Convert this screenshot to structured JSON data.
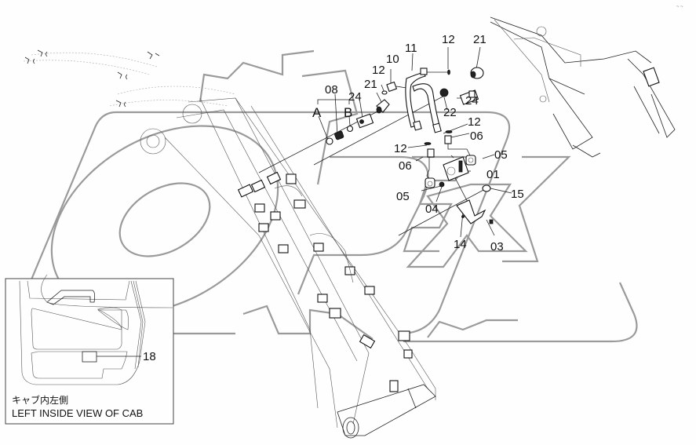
{
  "diagram": {
    "type": "exploded-parts-diagram",
    "watermark": "OPEX",
    "letter_labels": [
      {
        "id": "A",
        "text": "A"
      },
      {
        "id": "B",
        "text": "B"
      }
    ],
    "callouts": [
      {
        "id": "c08",
        "text": "08"
      },
      {
        "id": "c24a",
        "text": "24"
      },
      {
        "id": "c21a",
        "text": "21"
      },
      {
        "id": "c12a",
        "text": "12"
      },
      {
        "id": "c10",
        "text": "10"
      },
      {
        "id": "c11",
        "text": "11"
      },
      {
        "id": "c12b",
        "text": "12"
      },
      {
        "id": "c21b",
        "text": "21"
      },
      {
        "id": "c24b",
        "text": "24"
      },
      {
        "id": "c22",
        "text": "22"
      },
      {
        "id": "c12c",
        "text": "12"
      },
      {
        "id": "c06a",
        "text": "06"
      },
      {
        "id": "c12d",
        "text": "12"
      },
      {
        "id": "c06b",
        "text": "06"
      },
      {
        "id": "c05a",
        "text": "05"
      },
      {
        "id": "c01",
        "text": "01"
      },
      {
        "id": "c05b",
        "text": "05"
      },
      {
        "id": "c04",
        "text": "04"
      },
      {
        "id": "c15",
        "text": "15"
      },
      {
        "id": "c14",
        "text": "14"
      },
      {
        "id": "c03",
        "text": "03"
      },
      {
        "id": "c18",
        "text": "18"
      }
    ],
    "inset": {
      "caption_jp": "キャブ内左側",
      "caption_en": "LEFT INSIDE VIEW OF CAB"
    }
  }
}
